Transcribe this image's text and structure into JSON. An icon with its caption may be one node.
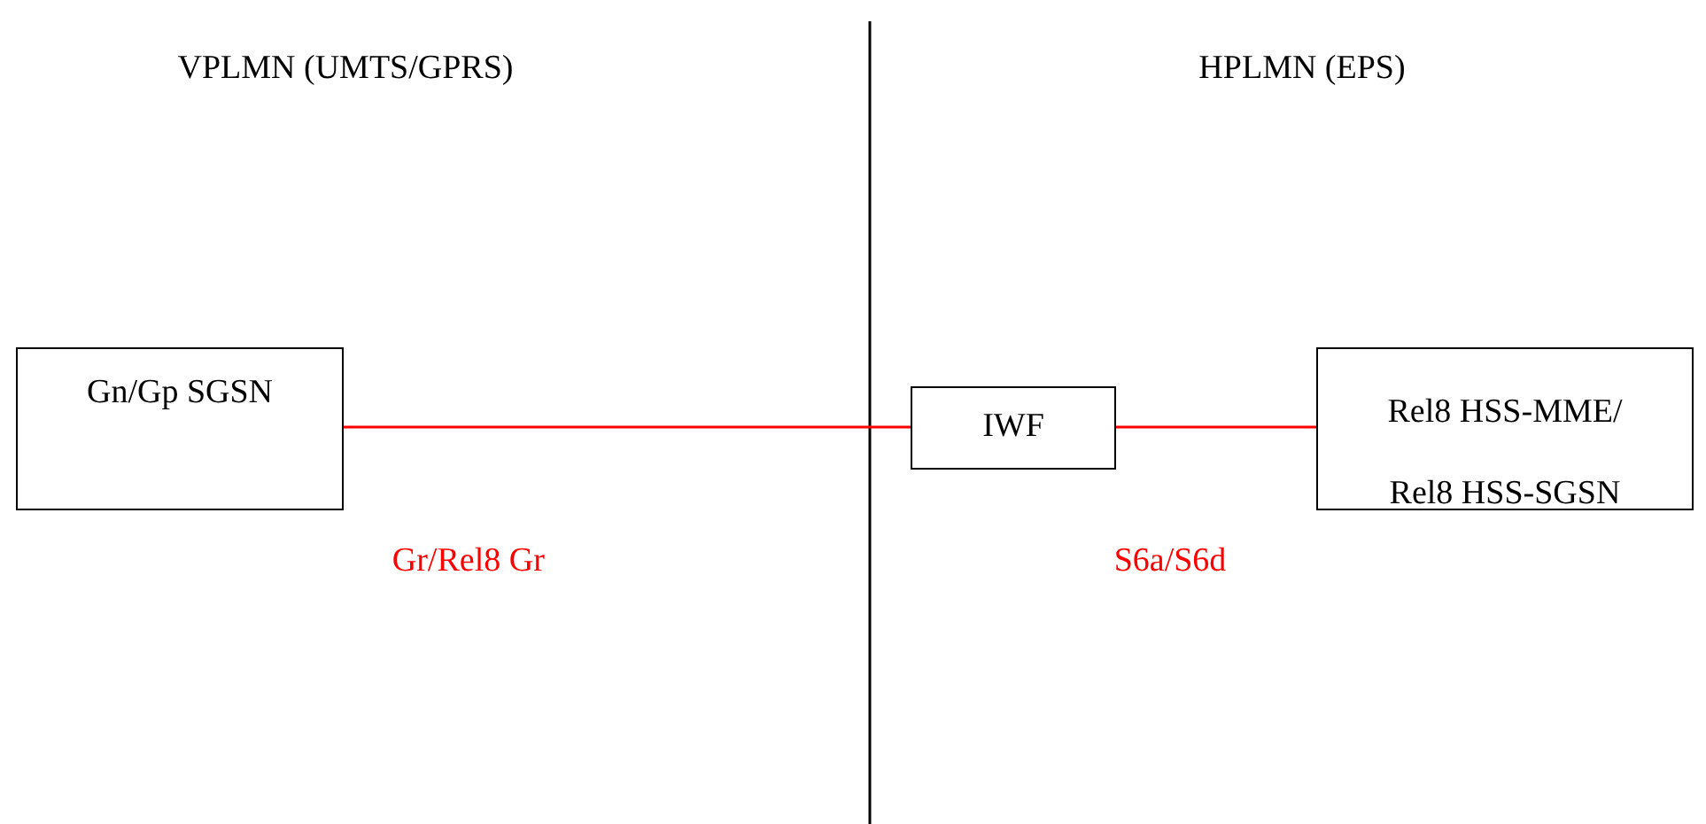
{
  "diagram": {
    "nodes": [
      {
        "text": [
          "Gn/Gp SGSN"
        ]
      },
      {
        "text": [
          "IWF"
        ]
      },
      {
        "text": [
          "Rel8 HSS-MME/ Rel8 HSS-SGSN"
        ]
      }
    ],
    "edges": [
      {
        "from": 0,
        "to": 1,
        "arrow": "none",
        "label": "Gr/Rel8 Gr"
      },
      {
        "from": 1,
        "to": 2,
        "arrow": "none",
        "label": "S6a/S6d"
      }
    ],
    "labels": [
      "VPLMN (UMTS/GPRS)",
      "HPLMN (EPS)"
    ]
  }
}
